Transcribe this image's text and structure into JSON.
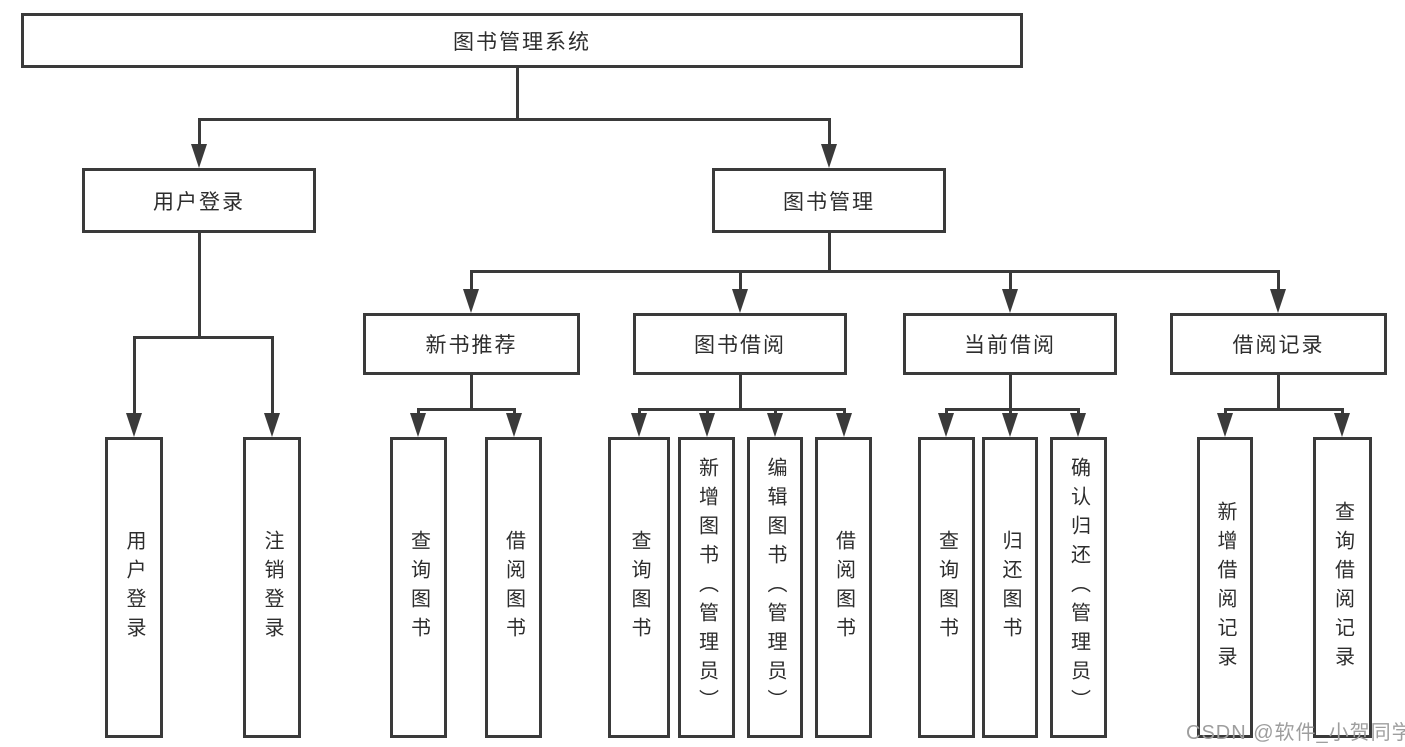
{
  "diagram_title": "图书管理系统",
  "tree": {
    "root": {
      "label": "图书管理系统"
    },
    "branches": [
      {
        "label": "用户登录",
        "children": [
          {
            "label": "用户登录"
          },
          {
            "label": "注销登录"
          }
        ]
      },
      {
        "label": "图书管理",
        "sections": [
          {
            "label": "新书推荐",
            "children": [
              {
                "label": "查询图书"
              },
              {
                "label": "借阅图书"
              }
            ]
          },
          {
            "label": "图书借阅",
            "children": [
              {
                "label": "查询图书"
              },
              {
                "label": "新增图书（管理员）"
              },
              {
                "label": "编辑图书（管理员）"
              },
              {
                "label": "借阅图书"
              }
            ]
          },
          {
            "label": "当前借阅",
            "children": [
              {
                "label": "查询图书"
              },
              {
                "label": "归还图书"
              },
              {
                "label": "确认归还（管理员）"
              }
            ]
          },
          {
            "label": "借阅记录",
            "children": [
              {
                "label": "新增借阅记录"
              },
              {
                "label": "查询借阅记录"
              }
            ]
          }
        ]
      }
    ]
  },
  "watermark": {
    "text": "CSDN @软件_小贺同学",
    "color": "#9e9e9e"
  },
  "colors": {
    "line": "#3a3a3a",
    "box_border": "#3a3a3a",
    "text": "#2d2d2d",
    "background": "#ffffff"
  }
}
